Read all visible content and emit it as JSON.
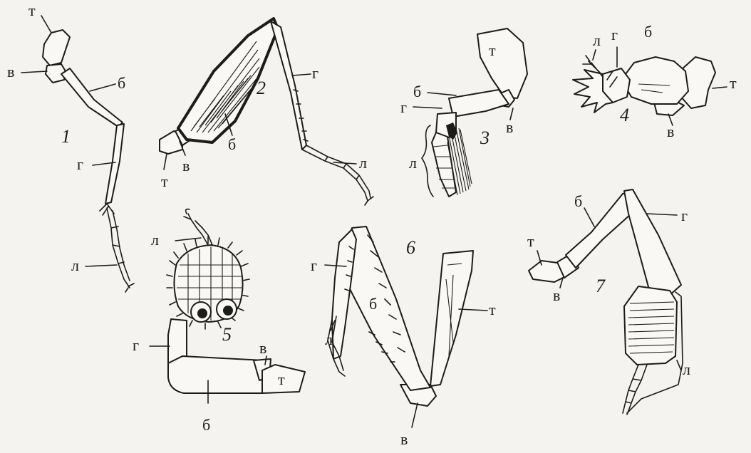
{
  "figures": [
    {
      "num": "1",
      "labels": {
        "t": "т",
        "v": "в",
        "b": "б",
        "g": "г",
        "l": "л"
      }
    },
    {
      "num": "2",
      "labels": {
        "t": "т",
        "v": "в",
        "b": "б",
        "g": "г",
        "l": "л"
      }
    },
    {
      "num": "3",
      "labels": {
        "t": "т",
        "v": "в",
        "b": "б",
        "g": "г",
        "l": "л"
      }
    },
    {
      "num": "4",
      "labels": {
        "t": "т",
        "v": "в",
        "b": "б",
        "g": "г",
        "l": "л"
      }
    },
    {
      "num": "5",
      "labels": {
        "t": "т",
        "v": "в",
        "b": "б",
        "g": "г",
        "l": "л"
      }
    },
    {
      "num": "6",
      "labels": {
        "t": "т",
        "v": "в",
        "b": "б",
        "g": "г",
        "l": "л"
      }
    },
    {
      "num": "7",
      "labels": {
        "t": "т",
        "v": "в",
        "b": "б",
        "g": "г",
        "l": "л"
      }
    }
  ]
}
